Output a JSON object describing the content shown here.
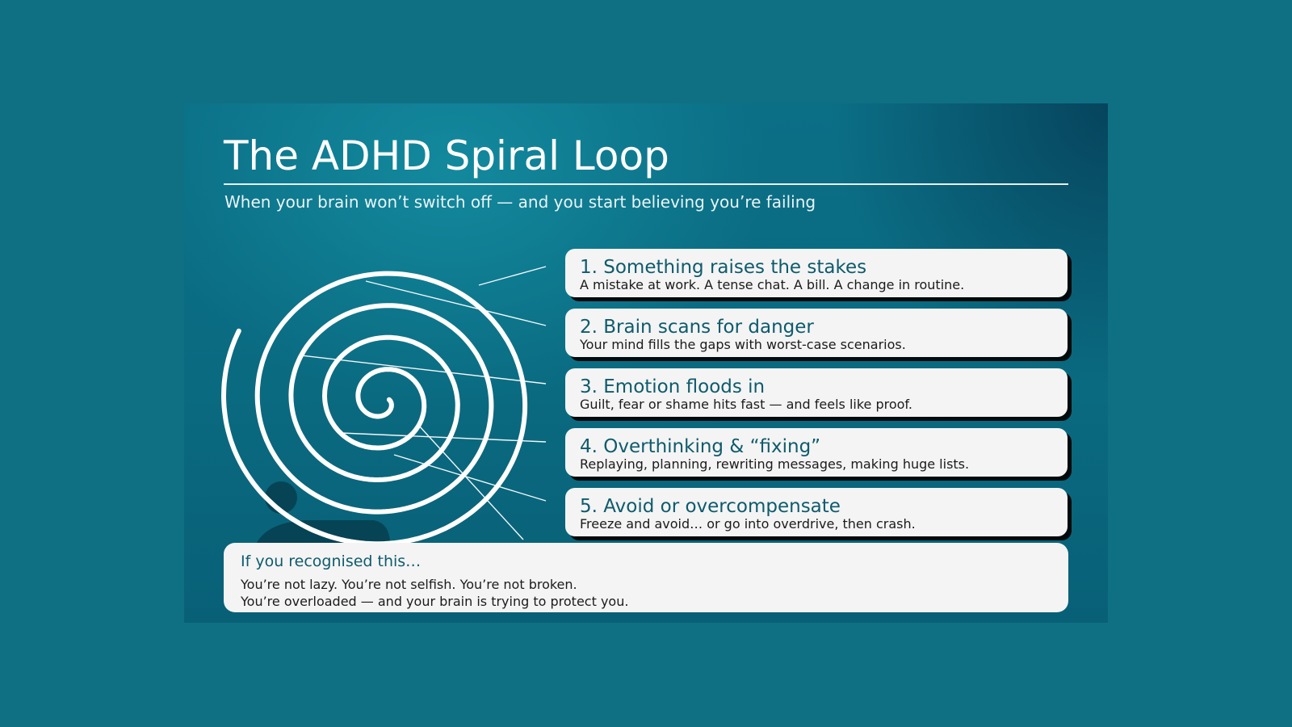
{
  "title": "The ADHD Spiral Loop",
  "subtitle": "When your brain won’t switch off — and you start believing you’re failing",
  "steps": [
    {
      "title": "1. Something raises the stakes",
      "description": "A mistake at work. A tense chat. A bill. A change in routine."
    },
    {
      "title": "2. Brain scans for danger",
      "description": "Your mind fills the gaps with worst-case scenarios."
    },
    {
      "title": "3. Emotion floods in",
      "description": "Guilt, fear or shame hits fast — and feels like proof."
    },
    {
      "title": "4. Overthinking & “fixing”",
      "description": "Replaying, planning, rewriting messages, making huge lists."
    },
    {
      "title": "5. Avoid or overcompensate",
      "description": "Freeze and avoid… or go into overdrive, then crash."
    }
  ],
  "callout": {
    "title": "If you recognised this…",
    "lines": [
      "You’re not lazy. You’re not selfish. You’re not broken.",
      "You’re overloaded — and your brain is trying to protect you."
    ]
  },
  "colors": {
    "background": "#0f7084",
    "slide": "#0a6a80",
    "card": "#f4f4f4",
    "accent_text": "#0e5b6d",
    "spiral": "#ffffff"
  }
}
